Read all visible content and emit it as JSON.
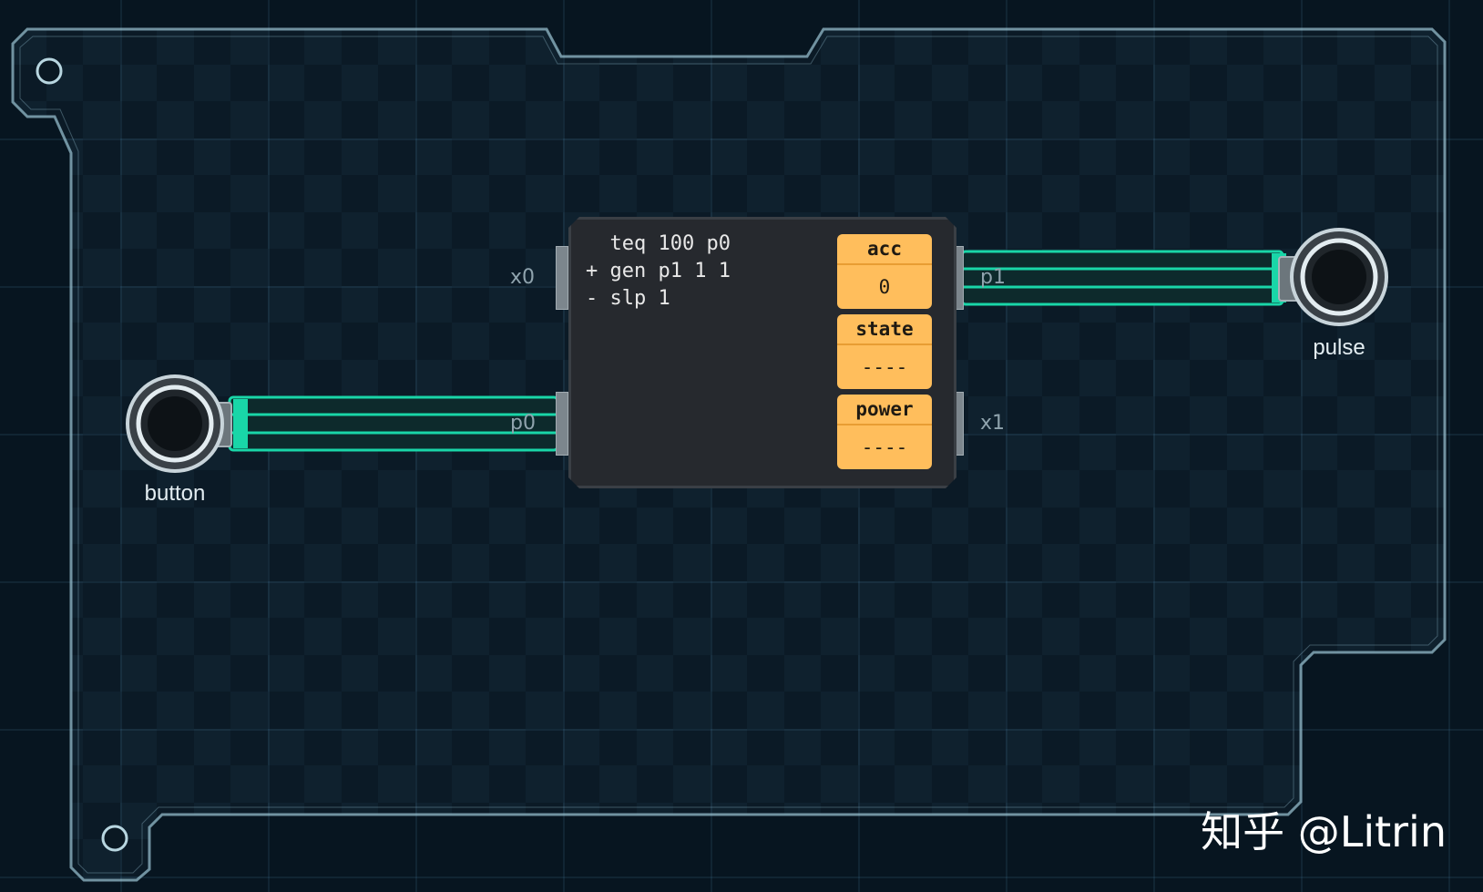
{
  "chip": {
    "code_lines": [
      "  teq 100 p0",
      "+ gen p1 1 1",
      "- slp 1"
    ],
    "registers": [
      {
        "name": "acc",
        "value": "0"
      },
      {
        "name": "state",
        "value": "----"
      },
      {
        "name": "power",
        "value": "----"
      }
    ],
    "ports": {
      "x0": "x0",
      "p0": "p0",
      "p1": "p1",
      "x1": "x1"
    }
  },
  "io": {
    "button_label": "button",
    "pulse_label": "pulse"
  },
  "watermark": "知乎 @Litrin",
  "colors": {
    "board_outline": "#9fc9d8",
    "wire": "#19d6a8",
    "register_bg": "#ffbe5c",
    "chip_bg": "#26292e"
  }
}
